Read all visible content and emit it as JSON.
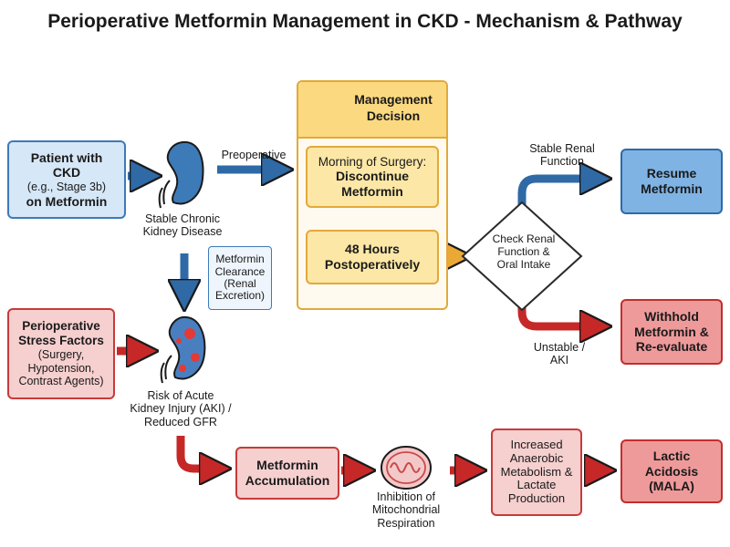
{
  "title": "Perioperative Metformin Management in CKD - Mechanism & Pathway",
  "patient": {
    "line1": "Patient with",
    "line2": "CKD",
    "line3": "(e.g., Stage 3b)",
    "line4": "on Metformin"
  },
  "stable_kidney": {
    "line1": "Stable Chronic",
    "line2": "Kidney Disease"
  },
  "clearance": {
    "line1": "Metformin",
    "line2": "Clearance",
    "line3": "(Renal",
    "line4": "Excretion)"
  },
  "stress": {
    "line1": "Perioperative",
    "line2": "Stress Factors",
    "line3": "(Surgery,",
    "line4": "Hypotension,",
    "line5": "Contrast Agents)"
  },
  "aki": {
    "line1": "Risk of Acute",
    "line2": "Kidney Injury (AKI) /",
    "line3": "Reduced GFR"
  },
  "preoperative_label": "Preoperative",
  "management": {
    "header_line1": "Management",
    "header_line2": "Decision",
    "morning_line1": "Morning of Surgery:",
    "morning_line2": "Discontinue",
    "morning_line3": "Metformin",
    "post_line1": "48 Hours",
    "post_line2": "Postoperatively"
  },
  "check": {
    "line1": "Check Renal",
    "line2": "Function &",
    "line3": "Oral Intake"
  },
  "stable_function": {
    "line1": "Stable Renal",
    "line2": "Function"
  },
  "unstable": {
    "line1": "Unstable /",
    "line2": "AKI"
  },
  "resume": {
    "line1": "Resume",
    "line2": "Metformin"
  },
  "withhold": {
    "line1": "Withhold",
    "line2": "Metformin &",
    "line3": "Re-evaluate"
  },
  "accumulation": {
    "line1": "Metformin",
    "line2": "Accumulation"
  },
  "mito": {
    "line1": "Inhibition of",
    "line2": "Mitochondrial",
    "line3": "Respiration"
  },
  "anaerobic": {
    "line1": "Increased",
    "line2": "Anaerobic",
    "line3": "Metabolism &",
    "line4": "Lactate",
    "line5": "Production"
  },
  "lactic": {
    "line1": "Lactic",
    "line2": "Acidosis",
    "line3": "(MALA)"
  },
  "colors": {
    "blue": "#2f6aa6",
    "red": "#c62828",
    "yellow": "#e2a93a"
  }
}
